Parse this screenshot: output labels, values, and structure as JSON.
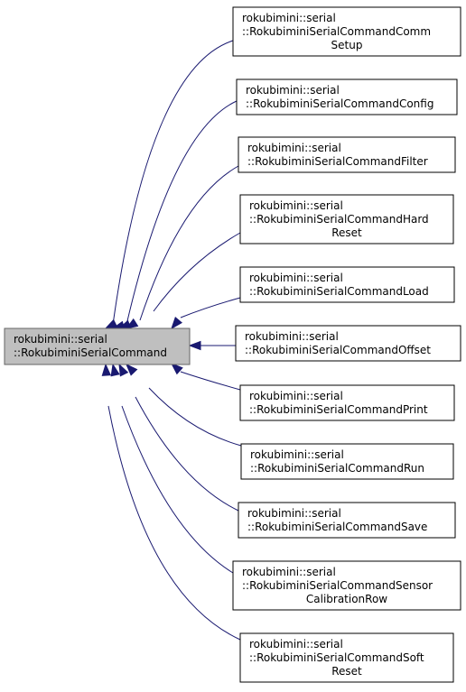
{
  "base_class": {
    "lines": [
      "rokubimini::serial",
      "::RokubiminiSerialCommand"
    ]
  },
  "derived_classes": [
    {
      "lines": [
        "rokubimini::serial",
        "::RokubiminiSerialCommandComm",
        "Setup"
      ]
    },
    {
      "lines": [
        "rokubimini::serial",
        "::RokubiminiSerialCommandConfig"
      ]
    },
    {
      "lines": [
        "rokubimini::serial",
        "::RokubiminiSerialCommandFilter"
      ]
    },
    {
      "lines": [
        "rokubimini::serial",
        "::RokubiminiSerialCommandHard",
        "Reset"
      ]
    },
    {
      "lines": [
        "rokubimini::serial",
        "::RokubiminiSerialCommandLoad"
      ]
    },
    {
      "lines": [
        "rokubimini::serial",
        "::RokubiminiSerialCommandOffset"
      ]
    },
    {
      "lines": [
        "rokubimini::serial",
        "::RokubiminiSerialCommandPrint"
      ]
    },
    {
      "lines": [
        "rokubimini::serial",
        "::RokubiminiSerialCommandRun"
      ]
    },
    {
      "lines": [
        "rokubimini::serial",
        "::RokubiminiSerialCommandSave"
      ]
    },
    {
      "lines": [
        "rokubimini::serial",
        "::RokubiminiSerialCommandSensor",
        "CalibrationRow"
      ]
    },
    {
      "lines": [
        "rokubimini::serial",
        "::RokubiminiSerialCommandSoft",
        "Reset"
      ]
    }
  ],
  "colors": {
    "edge": "#191970",
    "base_fill": "#bfbfbf",
    "base_stroke": "#666666",
    "node_stroke": "#000000"
  }
}
